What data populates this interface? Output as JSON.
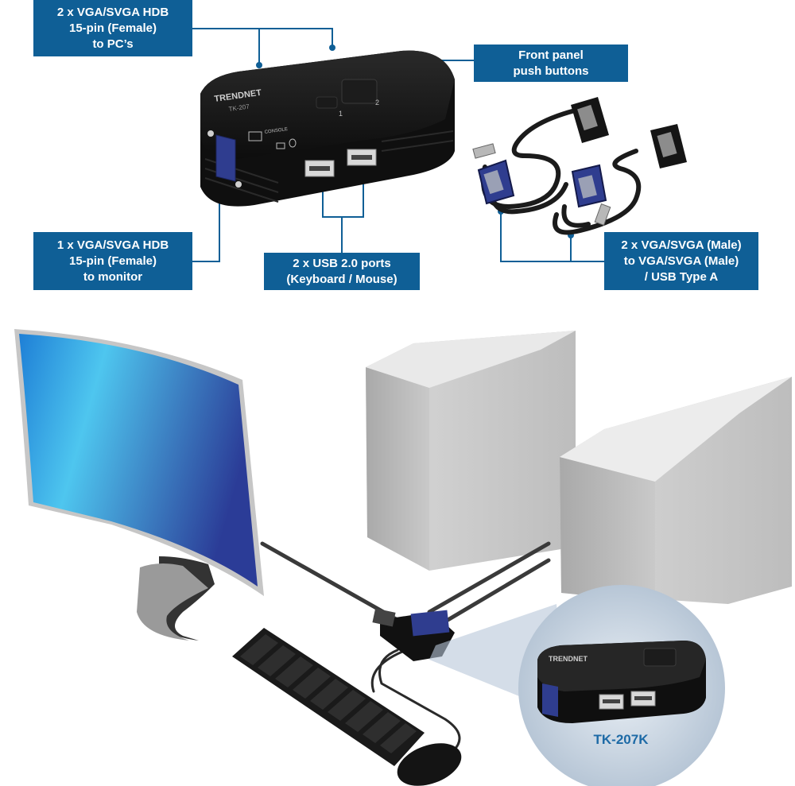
{
  "callouts": {
    "pc_ports": [
      "2 x VGA/SVGA HDB",
      "15-pin (Female)",
      "to PC’s"
    ],
    "front_buttons": [
      "Front panel",
      "push buttons"
    ],
    "monitor_port": [
      "1 x VGA/SVGA HDB",
      "15-pin (Female)",
      "to monitor"
    ],
    "usb_ports": [
      "2 x USB 2.0 ports",
      "(Keyboard / Mouse)"
    ],
    "cables": [
      "2 x VGA/SVGA (Male)",
      "to VGA/SVGA (Male)",
      "/ USB Type A"
    ]
  },
  "device": {
    "brand": "TRENDNET",
    "model_small": "TK-207",
    "console_label": "CONSOLE",
    "button_numbers": [
      "1",
      "2"
    ]
  },
  "inset": {
    "model": "TK-207K"
  },
  "colors": {
    "callout_bg": "#0f5f96",
    "leader_line": "#0f5f96",
    "model_text": "#1d6aa6",
    "vga_connector": "#2f3d8f"
  }
}
